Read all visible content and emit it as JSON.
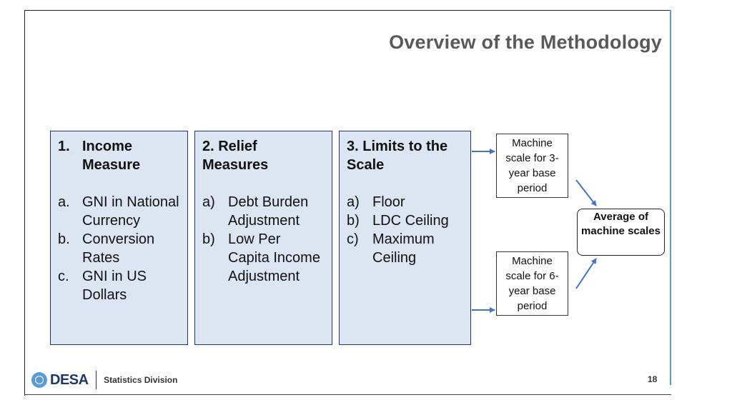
{
  "title": "Overview of the Methodology",
  "boxes": [
    {
      "header_num": "1.",
      "header_text": "Income Measure",
      "items": [
        {
          "marker": "a.",
          "text": "GNI in National Currency"
        },
        {
          "marker": "b.",
          "text": "Conversion Rates"
        },
        {
          "marker": "c.",
          "text": "GNI in US Dollars"
        }
      ]
    },
    {
      "header": "2. Relief Measures",
      "items": [
        {
          "marker": "a)",
          "text": "Debt Burden Adjustment"
        },
        {
          "marker": "b)",
          "text": "Low Per Capita Income Adjustment"
        }
      ]
    },
    {
      "header": "3. Limits to the Scale",
      "items": [
        {
          "marker": "a)",
          "text": "Floor"
        },
        {
          "marker": "b)",
          "text": "LDC Ceiling"
        },
        {
          "marker": "c)",
          "text": "Maximum Ceiling"
        }
      ]
    }
  ],
  "machine_scales": [
    "Machine scale for 3-year base period",
    "Machine scale for 6-year base period"
  ],
  "average_box": "Average of machine scales",
  "footer": {
    "logo": "DESA",
    "division": "Statistics Division",
    "page_number": "18"
  },
  "colors": {
    "box_fill": "#dce6f2",
    "box_border": "#1f3864",
    "arrow": "#4472c4",
    "accent_rule": "#5b9bd5"
  }
}
